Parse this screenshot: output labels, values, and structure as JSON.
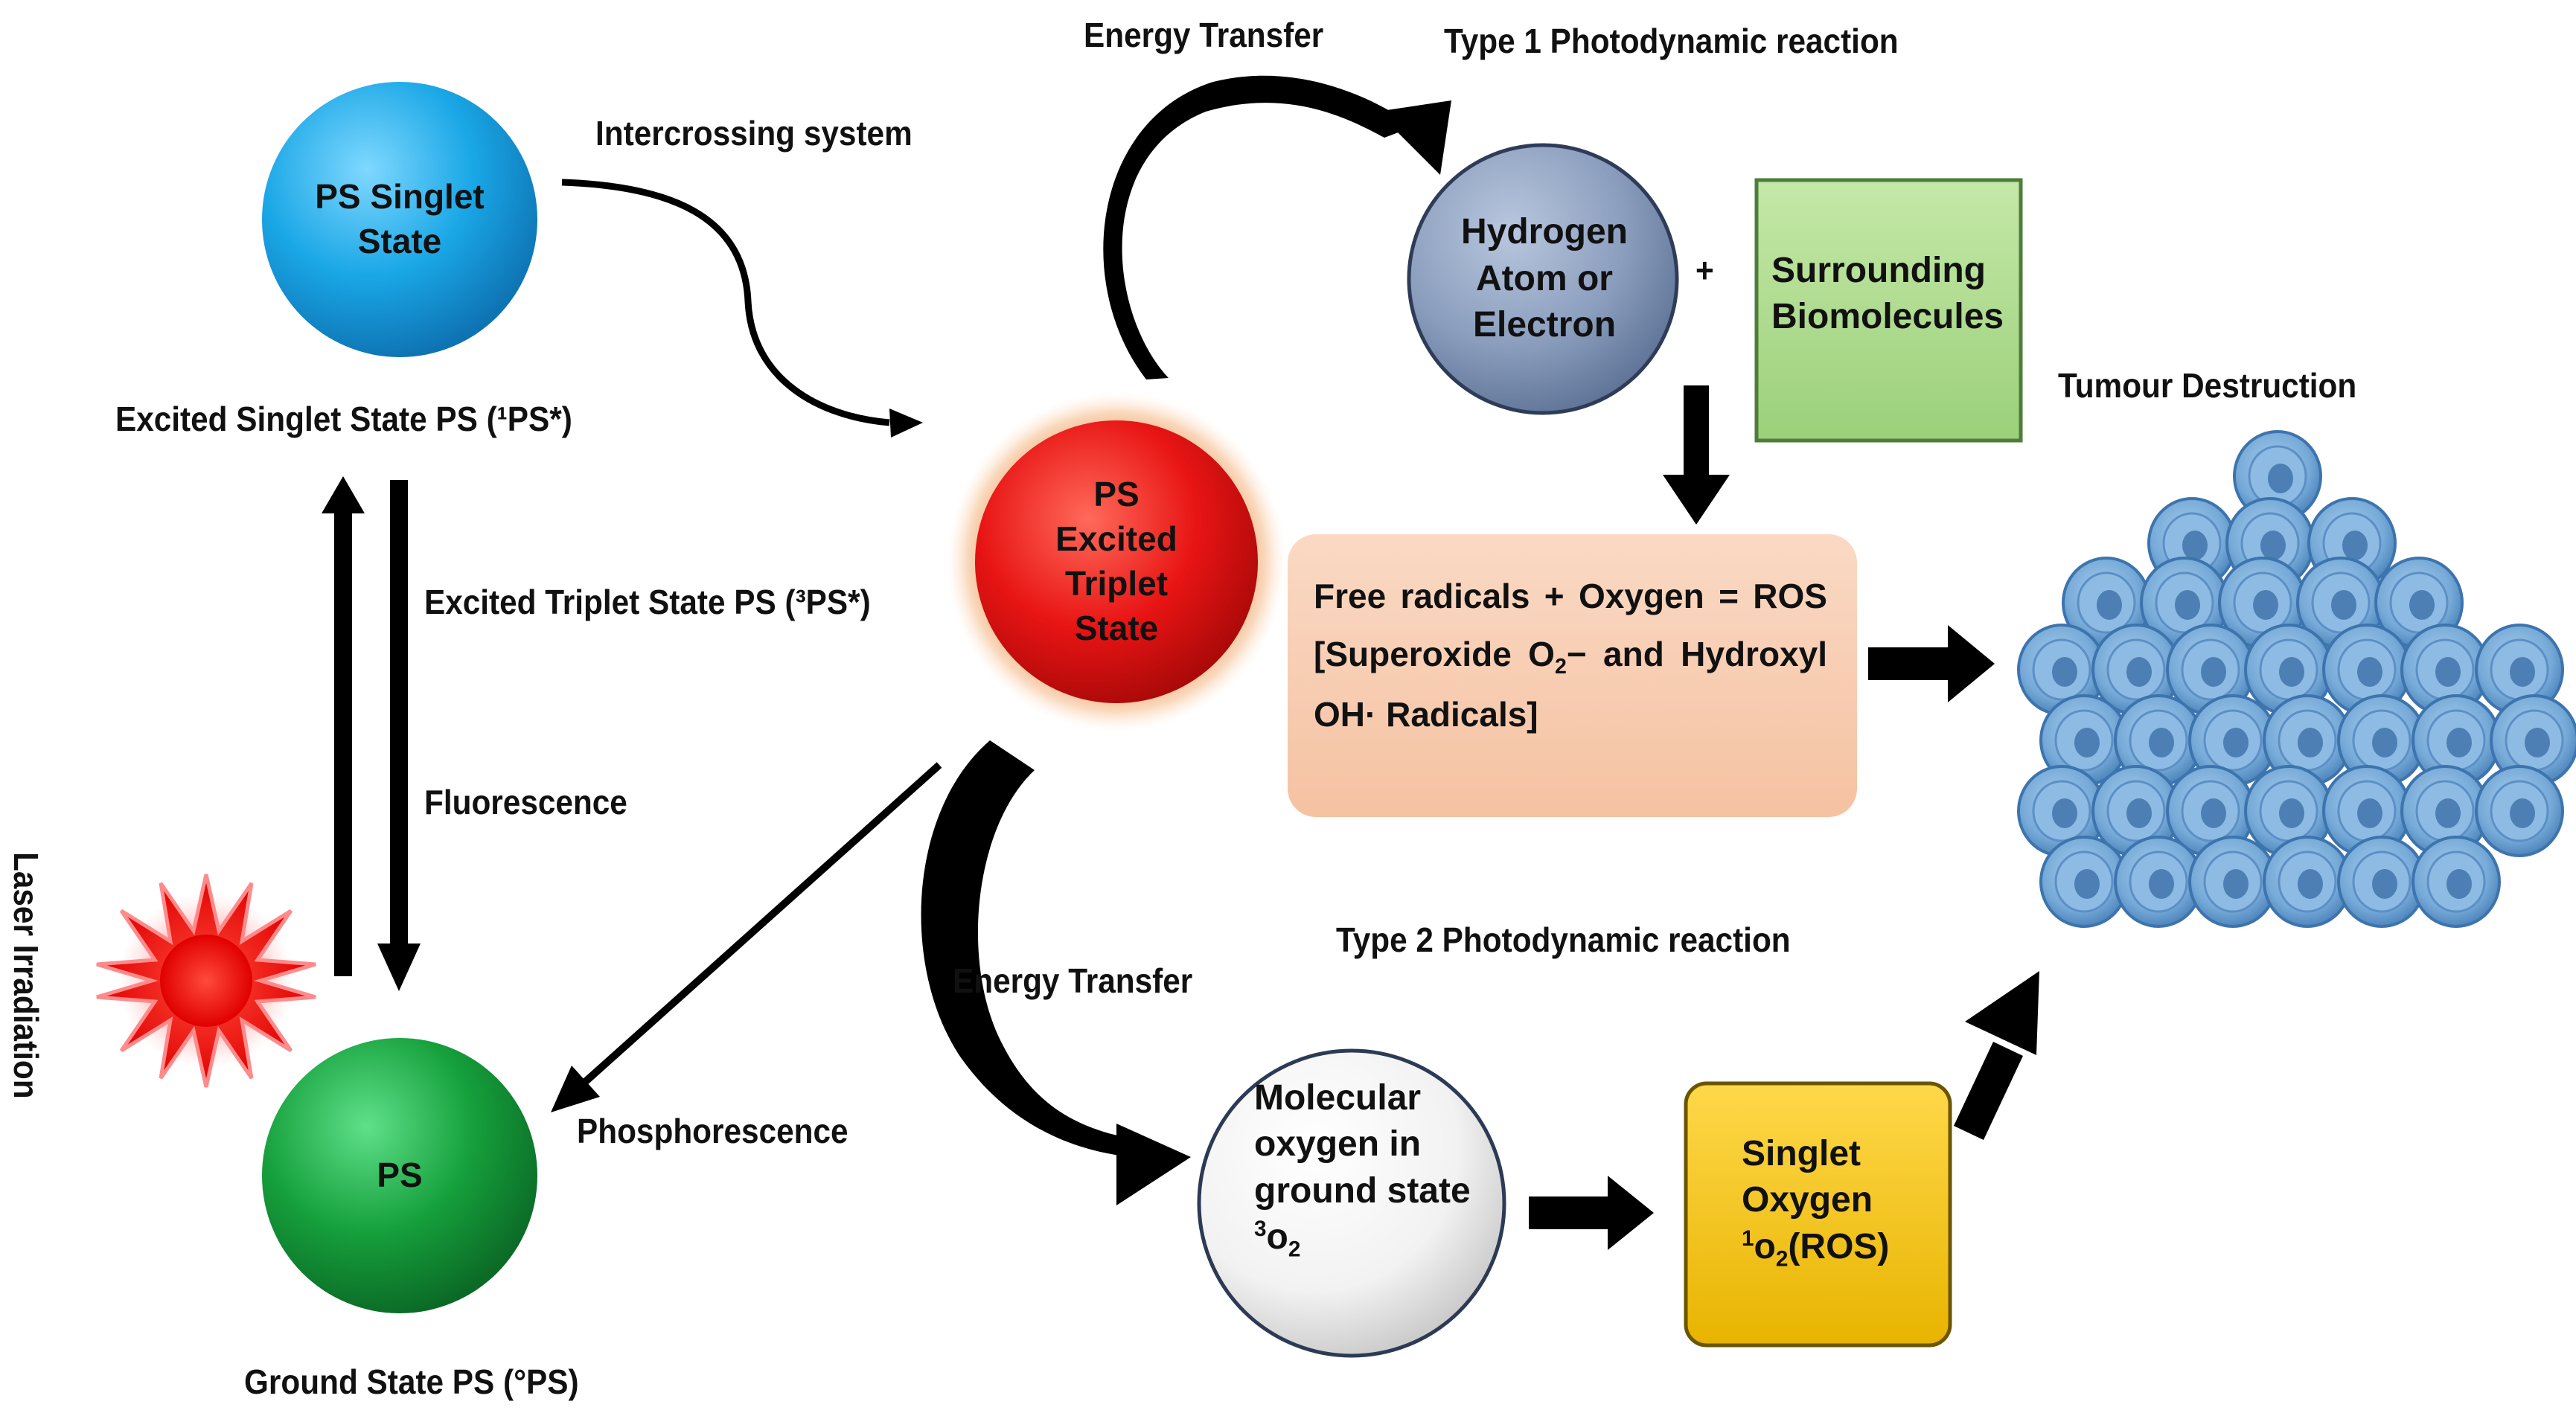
{
  "nodes": {
    "ps_singlet": [
      "PS Singlet",
      "State"
    ],
    "ps_triplet": [
      "PS",
      "Excited",
      "Triplet",
      "State"
    ],
    "ps_ground": [
      "PS"
    ],
    "hydrogen": [
      "Hydrogen",
      "Atom or",
      "Electron"
    ],
    "biomolecules": [
      "Surrounding",
      "Biomolecules"
    ],
    "plus_sign": "+",
    "molecular_oxygen": [
      "Molecular",
      "oxygen in",
      "ground state"
    ],
    "molecular_oxygen_formula": {
      "sup": "3",
      "base": "o",
      "sub": "2"
    },
    "singlet_oxygen": [
      "Singlet",
      "Oxygen"
    ],
    "singlet_oxygen_formula": {
      "sup": "1",
      "base": "o",
      "sub": "2",
      "tail": "(ROS)"
    },
    "ros_box": {
      "line1": "Free radicals + Oxygen = ROS",
      "line2_prefix": "[Superoxide O",
      "line2_sub": "2",
      "line2_suffix": "− and Hydroxyl",
      "line3": "OH· Radicals]"
    }
  },
  "labels": {
    "excited_singlet": "Excited Singlet State PS (¹PS*)",
    "excited_triplet": "Excited Triplet State PS (³PS*)",
    "fluorescence": "Fluorescence",
    "ground_state": "Ground State PS (°PS)",
    "intercrossing": "Intercrossing system",
    "energy_transfer_top": "Energy Transfer",
    "type1": "Type 1 Photodynamic reaction",
    "tumour": "Tumour Destruction",
    "type2": "Type 2 Photodynamic reaction",
    "energy_transfer_bottom": "Energy Transfer",
    "phosphorescence": "Phosphorescence",
    "laser": "Laser Irradiation"
  },
  "colors": {
    "ps_singlet": "#1AA7E6",
    "ps_triplet": "#E81414",
    "ps_ground": "#16A03C",
    "hydrogen": "#8A9DBD",
    "biomolecules": "#A9D98A",
    "molecular_oxygen": "#F2F2F2",
    "singlet_oxygen": "#F5C400",
    "ros_box": "#F8CFB4",
    "tumour_cells": "#6FA6D6",
    "laser_sun": "#FF1A1A"
  }
}
